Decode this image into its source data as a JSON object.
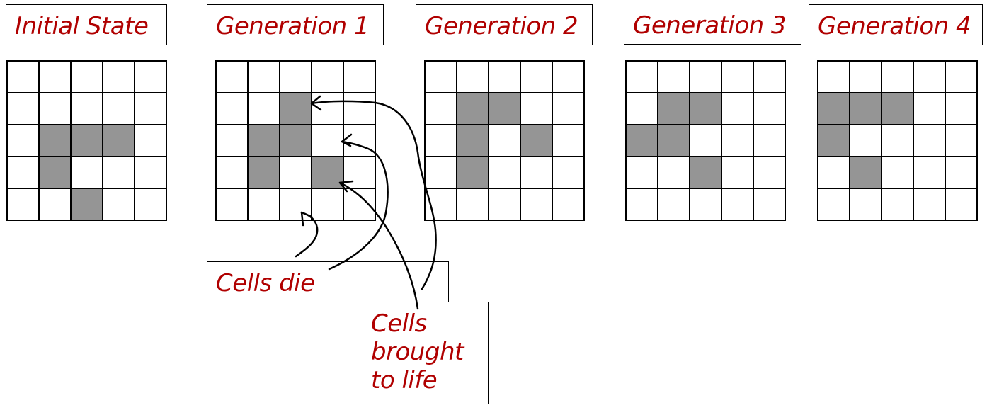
{
  "generations": [
    {
      "label": "Initial State",
      "grid": [
        [
          0,
          0,
          0,
          0,
          0
        ],
        [
          0,
          0,
          0,
          0,
          0
        ],
        [
          0,
          1,
          1,
          1,
          0
        ],
        [
          0,
          1,
          0,
          0,
          0
        ],
        [
          0,
          0,
          1,
          0,
          0
        ]
      ]
    },
    {
      "label": "Generation 1",
      "grid": [
        [
          0,
          0,
          0,
          0,
          0
        ],
        [
          0,
          0,
          1,
          0,
          0
        ],
        [
          0,
          1,
          1,
          0,
          0
        ],
        [
          0,
          1,
          0,
          1,
          0
        ],
        [
          0,
          0,
          0,
          0,
          0
        ]
      ]
    },
    {
      "label": "Generation 2",
      "grid": [
        [
          0,
          0,
          0,
          0,
          0
        ],
        [
          0,
          1,
          1,
          0,
          0
        ],
        [
          0,
          1,
          0,
          1,
          0
        ],
        [
          0,
          1,
          0,
          0,
          0
        ],
        [
          0,
          0,
          0,
          0,
          0
        ]
      ]
    },
    {
      "label": "Generation 3",
      "grid": [
        [
          0,
          0,
          0,
          0,
          0
        ],
        [
          0,
          1,
          1,
          0,
          0
        ],
        [
          1,
          1,
          0,
          0,
          0
        ],
        [
          0,
          0,
          1,
          0,
          0
        ],
        [
          0,
          0,
          0,
          0,
          0
        ]
      ]
    },
    {
      "label": "Generation 4",
      "grid": [
        [
          0,
          0,
          0,
          0,
          0
        ],
        [
          1,
          1,
          1,
          0,
          0
        ],
        [
          1,
          0,
          0,
          0,
          0
        ],
        [
          0,
          1,
          0,
          0,
          0
        ],
        [
          0,
          0,
          0,
          0,
          0
        ]
      ]
    }
  ],
  "annotations": {
    "cells_die": "Cells die",
    "cells_brought_to_life": "Cells brought to life"
  },
  "colors": {
    "label_text": "#b00000",
    "alive_cell": "#959595",
    "dead_cell": "#ffffff",
    "lines": "#000000"
  }
}
